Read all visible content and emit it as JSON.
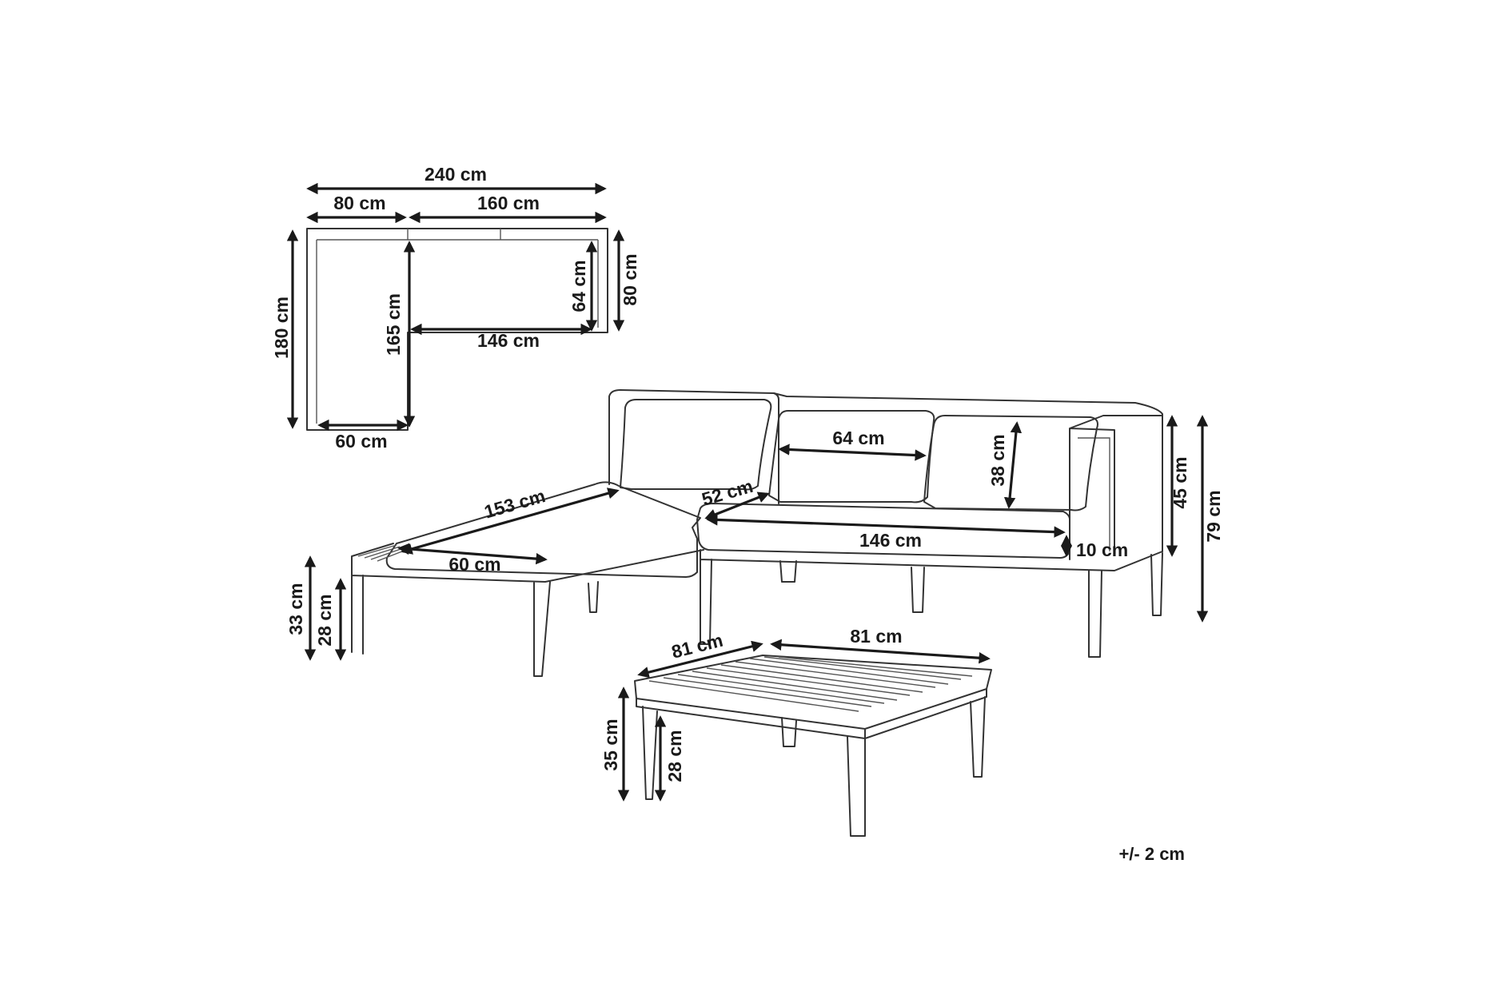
{
  "diagram": {
    "top_view": {
      "total_width": "240 cm",
      "chaise_width": "80 cm",
      "sofa_width": "160 cm",
      "total_depth": "180 cm",
      "chaise_inner_depth": "165 cm",
      "sofa_depth": "80 cm",
      "seat_depth": "64 cm",
      "seat_width": "146 cm",
      "chaise_seat_width": "60 cm"
    },
    "sofa_view": {
      "chaise_length": "153 cm",
      "chaise_seat": "60 cm",
      "seat_depth": "52 cm",
      "cushion_width": "64 cm",
      "cushion_height": "38 cm",
      "seat_width": "146 cm",
      "armrest": "10 cm",
      "armrest_height": "45 cm",
      "total_height": "79 cm",
      "seat_height": "33 cm",
      "leg_height": "28 cm"
    },
    "table_view": {
      "depth": "81 cm",
      "width": "81 cm",
      "height": "35 cm",
      "leg_height": "28 cm"
    },
    "tolerance": "+/- 2 cm"
  }
}
